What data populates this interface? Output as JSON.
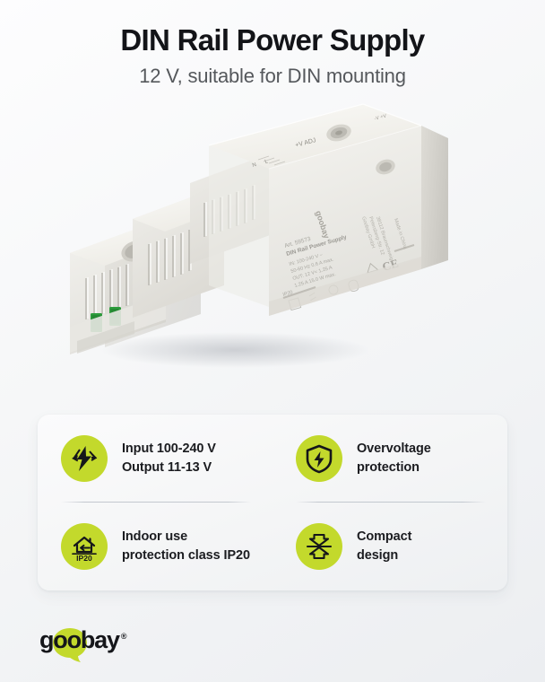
{
  "header": {
    "title": "DIN Rail Power Supply",
    "subtitle": "12 V, suitable for DIN mounting"
  },
  "product": {
    "name": "DIN Rail Power Supply",
    "article_label": "Art. 59573",
    "label_title": "DIN Rail Power Supply",
    "label_lines": [
      "IN: 100-240 V ~",
      "50-60 Hz  0.6 A max.",
      "OUT: 12 V= 1.25 A",
      "1.25 A  15.0 W max."
    ],
    "adjust_marking": "+V ADJ",
    "terminal_marks": [
      "L",
      "N",
      "-V",
      "+V"
    ],
    "protection_marking": "IP20",
    "brand_on_case": "goobay"
  },
  "features": [
    {
      "icon": "lightning-bolt-icon",
      "lines": [
        "Input 100-240 V",
        "Output 11-13 V"
      ]
    },
    {
      "icon": "shield-bolt-icon",
      "lines": [
        "Overvoltage",
        "protection"
      ]
    },
    {
      "icon": "house-ip20-icon",
      "icon_text": "IP20",
      "lines": [
        "Indoor use",
        "protection class IP20"
      ]
    },
    {
      "icon": "compact-arrows-icon",
      "lines": [
        "Compact",
        "design"
      ]
    }
  ],
  "logo": {
    "text": "goobay",
    "registered": "®"
  },
  "colors": {
    "accent_green": "#c3d92c",
    "terminal_green": "#2d9c3c",
    "text_dark": "#131418",
    "text_muted": "#55585c",
    "card_bg": "#f7f8f9",
    "page_bg": "#f3f4f6"
  }
}
